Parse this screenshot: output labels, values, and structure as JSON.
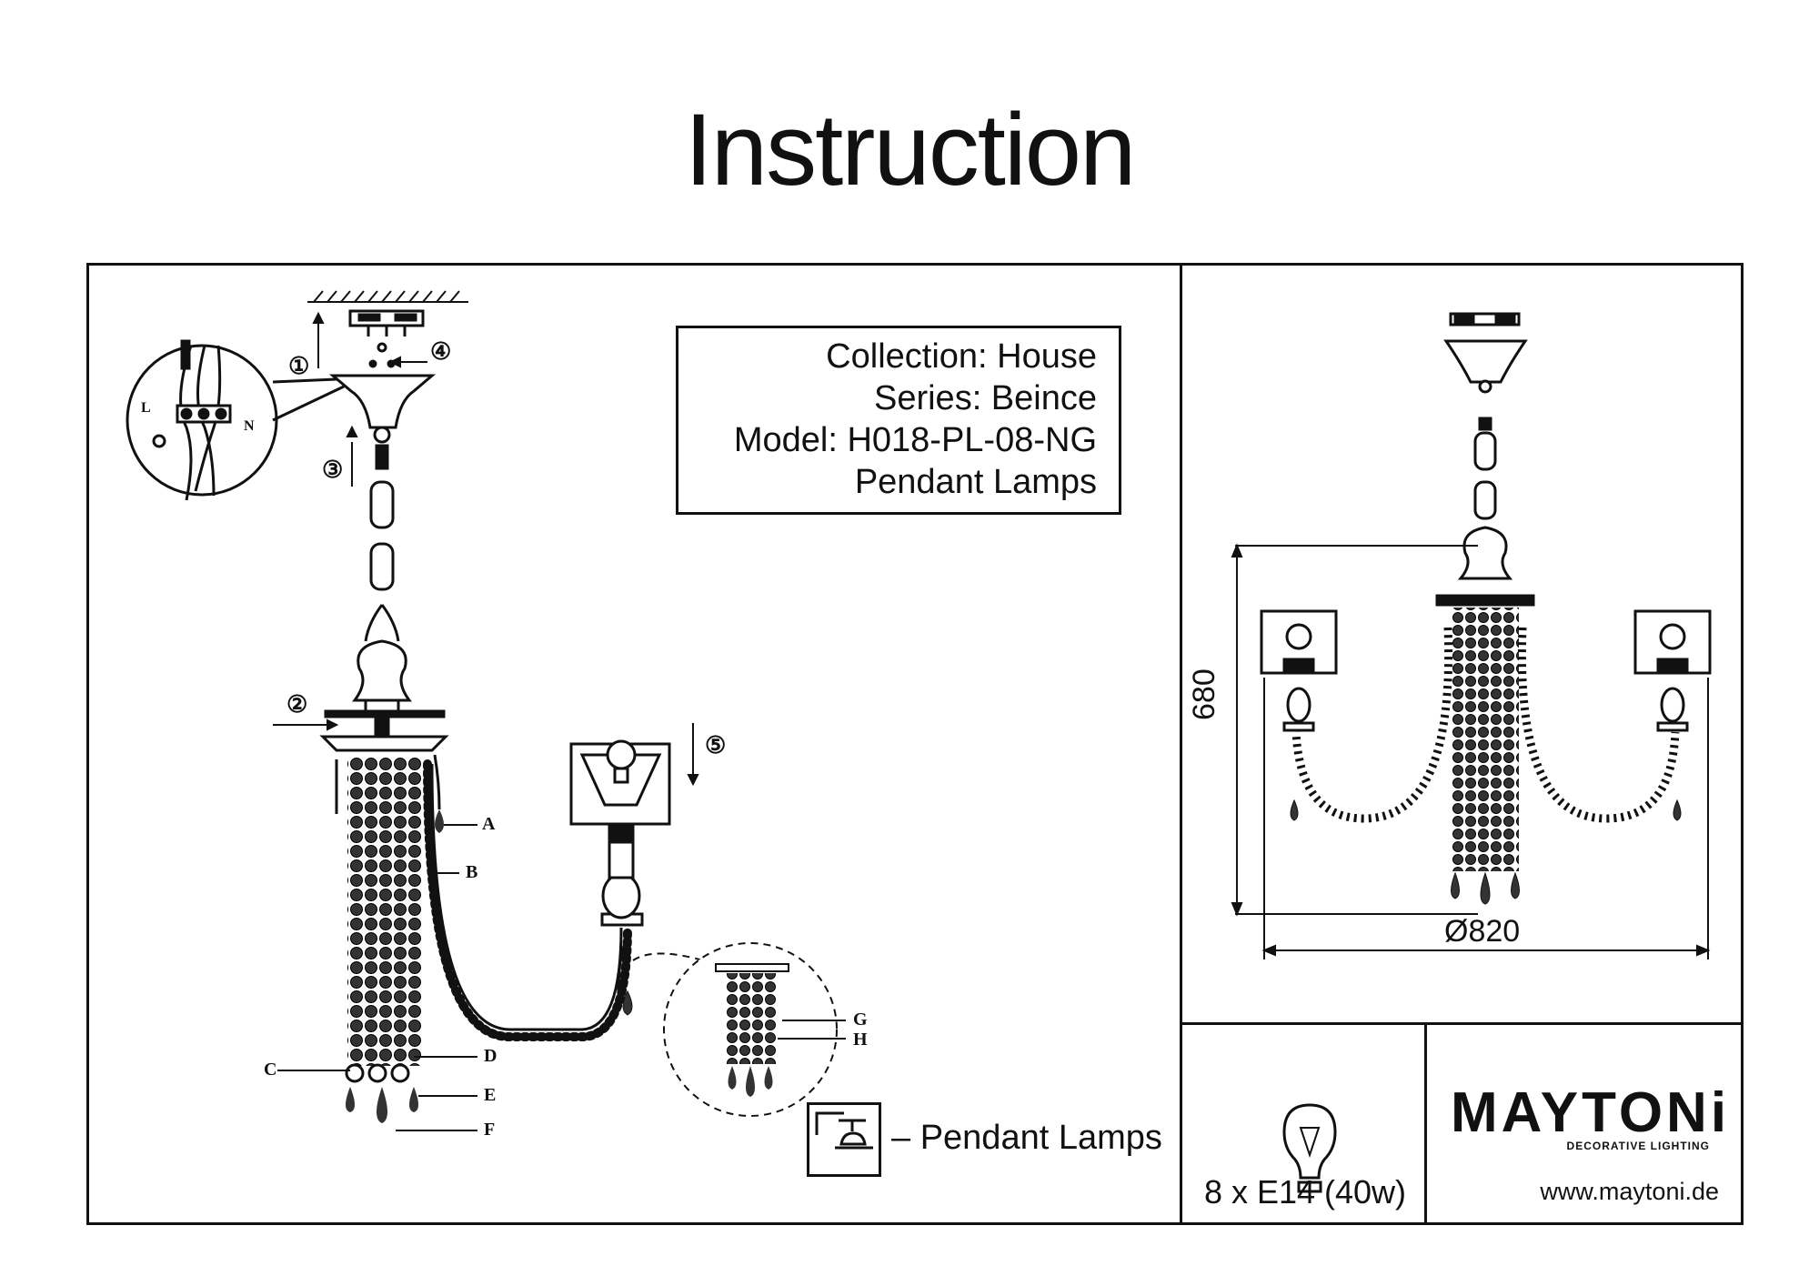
{
  "page": {
    "title": "Instruction"
  },
  "info_box": {
    "collection": "Collection:  House",
    "series": "Series: Beince",
    "model": "Model: H018-PL-08-NG",
    "type": "Pendant Lamps"
  },
  "legend": {
    "pendant_label": "– Pendant Lamps"
  },
  "steps": [
    "①",
    "②",
    "③",
    "④",
    "⑤"
  ],
  "part_labels": [
    "A",
    "B",
    "C",
    "D",
    "E",
    "F",
    "G",
    "H"
  ],
  "wiring_labels": {
    "live": "L",
    "neutral": "N"
  },
  "dimensions": {
    "height": "680",
    "diameter": "Ø820"
  },
  "bulb": {
    "spec": "8 x E14 (40w)"
  },
  "brand": {
    "name": "MAYTONi",
    "tagline": "DECORATIVE LIGHTING",
    "website": "www.maytoni.de"
  }
}
